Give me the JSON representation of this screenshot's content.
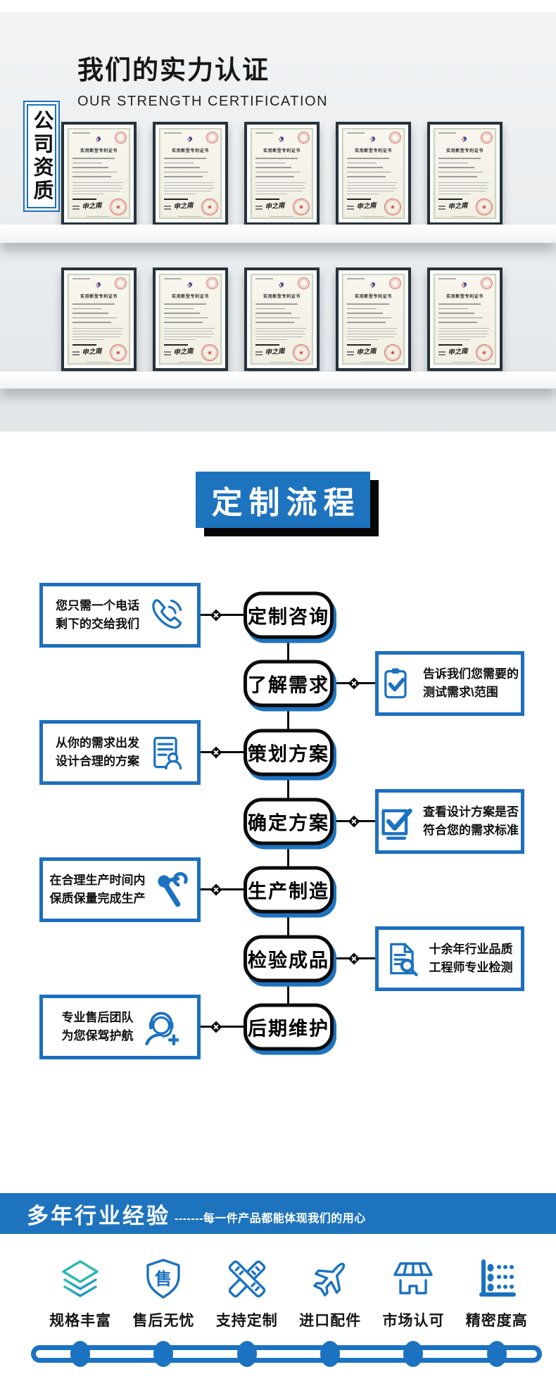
{
  "colors": {
    "primary_blue": "#1e73be",
    "icon_blue": "#1b72c0",
    "teal": "#2bb9b0",
    "black": "#0b0b0b",
    "stamp_red": "#c9393f",
    "panel_gray": "#edeff1"
  },
  "cert_section": {
    "title": "我们的实力认证",
    "subtitle": "OUR STRENGTH CERTIFICATION",
    "side_badge": "公司资质",
    "certificate": {
      "title": "实用新型专利证书",
      "signature": "申之南"
    },
    "shelves": [
      {
        "certificate_count": 5
      },
      {
        "certificate_count": 5
      }
    ]
  },
  "process": {
    "banner": "定制流程",
    "steps": [
      {
        "side": "left",
        "node": "定制咨询",
        "note_line1": "您只需一个电话",
        "note_line2": "剩下的交给我们",
        "icon": "phone-icon"
      },
      {
        "side": "right",
        "node": "了解需求",
        "note_line1": "告诉我们您需要的",
        "note_line2": "测试需求\\范围",
        "icon": "clipboard-check-icon"
      },
      {
        "side": "left",
        "node": "策划方案",
        "note_line1": "从你的需求出发",
        "note_line2": "设计合理的方案",
        "icon": "document-person-icon"
      },
      {
        "side": "right",
        "node": "确定方案",
        "note_line1": "查看设计方案是否",
        "note_line2": "符合您的需求标准",
        "icon": "checkbox-icon"
      },
      {
        "side": "left",
        "node": "生产制造",
        "note_line1": "在合理生产时间内",
        "note_line2": "保质保量完成生产",
        "icon": "wrench-icon"
      },
      {
        "side": "right",
        "node": "检验成品",
        "note_line1": "十余年行业品质",
        "note_line2": "工程师专业检测",
        "icon": "document-search-icon"
      },
      {
        "side": "left",
        "node": "后期维护",
        "note_line1": "专业售后团队",
        "note_line2": "为您保驾护航",
        "icon": "headset-person-icon"
      }
    ]
  },
  "experience": {
    "title": "多年行业经验",
    "subtitle": "-------每一件产品都能体现我们的用心",
    "shield_char": "售",
    "features": [
      {
        "label": "规格丰富",
        "icon": "layers-icon"
      },
      {
        "label": "售后无忧",
        "icon": "shield-icon"
      },
      {
        "label": "支持定制",
        "icon": "rulers-icon"
      },
      {
        "label": "进口配件",
        "icon": "plane-icon"
      },
      {
        "label": "市场认可",
        "icon": "store-icon"
      },
      {
        "label": "精密度高",
        "icon": "precision-icon"
      }
    ]
  }
}
